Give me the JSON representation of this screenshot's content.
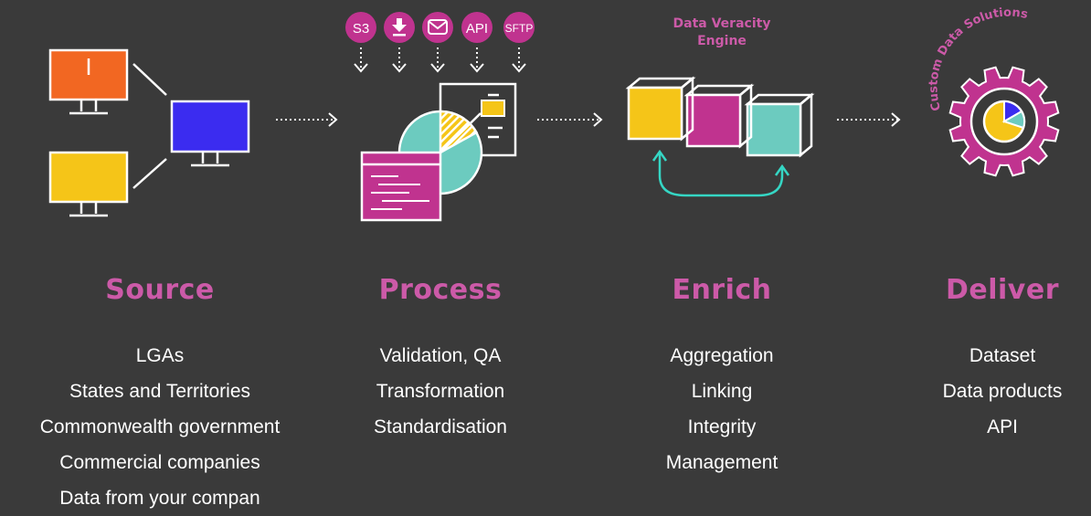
{
  "colors": {
    "background": "#3a3a3a",
    "accent_pink": "#cc5aa8",
    "magenta": "#c0338f",
    "teal": "#6ccbbf",
    "yellow": "#f5c518",
    "orange": "#f26722",
    "blue": "#3b2cf0",
    "white": "#ffffff",
    "cyan_arrow": "#35d6c4"
  },
  "input_badges": [
    "S3",
    "download-icon",
    "mail-icon",
    "API",
    "SFTP"
  ],
  "badge_text": {
    "s3": "S3",
    "api": "API",
    "sftp": "SFTP"
  },
  "engine_label": {
    "line1": "Data Veracity",
    "line2": "Engine"
  },
  "gear_label": "Custom Data Solutions",
  "columns": {
    "source": {
      "title": "Source",
      "items": [
        "LGAs",
        "States and Territories",
        "Commonwealth government",
        "Commercial companies",
        "Data from your compan"
      ]
    },
    "process": {
      "title": "Process",
      "items": [
        "Validation, QA",
        "Transformation",
        "Standardisation"
      ]
    },
    "enrich": {
      "title": "Enrich",
      "items": [
        "Aggregation",
        "Linking",
        "Integrity",
        "Management"
      ]
    },
    "deliver": {
      "title": "Deliver",
      "items": [
        "Dataset",
        "Data products",
        "API"
      ]
    }
  }
}
